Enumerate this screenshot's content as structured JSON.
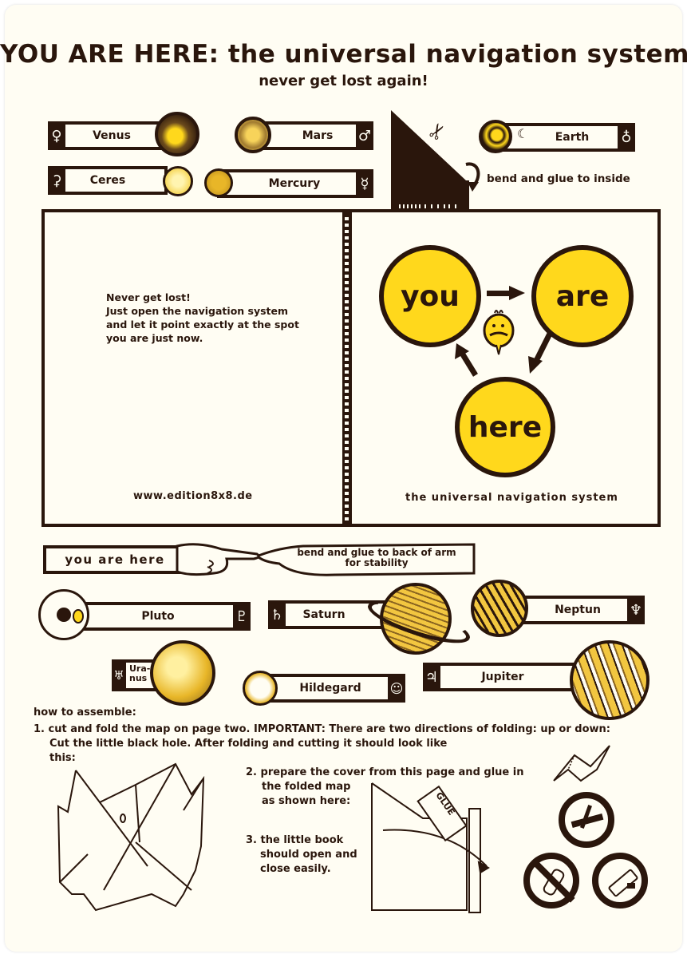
{
  "header": {
    "title": "YOU ARE HERE: the universal navigation system",
    "subtitle": "never get lost again!"
  },
  "planets_top": [
    {
      "name": "Venus",
      "symbol": "♀"
    },
    {
      "name": "Mars",
      "symbol": "♂"
    },
    {
      "name": "Ceres",
      "symbol": "⚳"
    },
    {
      "name": "Mercury",
      "symbol": "☿"
    },
    {
      "name": "Earth",
      "symbol": "♁"
    }
  ],
  "fold_tab": {
    "instruction": "bend and glue to inside",
    "scissors_icon": "✂"
  },
  "left_panel": {
    "lines": [
      "Never get lost!",
      "Just open the navigation system",
      "and let it point exactly at the spot",
      "you are just now."
    ],
    "url": "www.edition8x8.de"
  },
  "right_panel": {
    "bubbles": [
      "you",
      "are",
      "here"
    ],
    "caption": "the universal navigation system"
  },
  "arm": {
    "label": "you are here",
    "instruction_line1": "bend and glue to back of arm",
    "instruction_line2": "for stability"
  },
  "planets_bottom": [
    {
      "name": "Pluto",
      "symbol": "♇"
    },
    {
      "name": "Saturn",
      "symbol": "♄"
    },
    {
      "name": "Neptun",
      "symbol": "♆"
    },
    {
      "name_line1": "Ura-",
      "name_line2": "nus",
      "symbol": "♅"
    },
    {
      "name": "Hildegard",
      "symbol": "☺"
    },
    {
      "name": "Jupiter",
      "symbol": "♃"
    }
  ],
  "assembly": {
    "heading": "how to assemble:",
    "step1_line1": "1. cut and fold the map on page two. IMPORTANT: There are two directions of folding: up or down:",
    "step1_line2": "Cut the little black hole. After folding and cutting it should look like",
    "step1_line3": "this:",
    "step2_line1": "2. prepare the cover from this page and glue in",
    "step2_line2": "the folded map",
    "step2_line3": "as shown here:",
    "step3_line1": "3. the little book",
    "step3_line2": "should open and",
    "step3_line3": "close easily.",
    "glue_label": "GLUE"
  },
  "colors": {
    "ink": "#2a160c",
    "yellow": "#ffd81c",
    "paper": "#fffdf3"
  }
}
